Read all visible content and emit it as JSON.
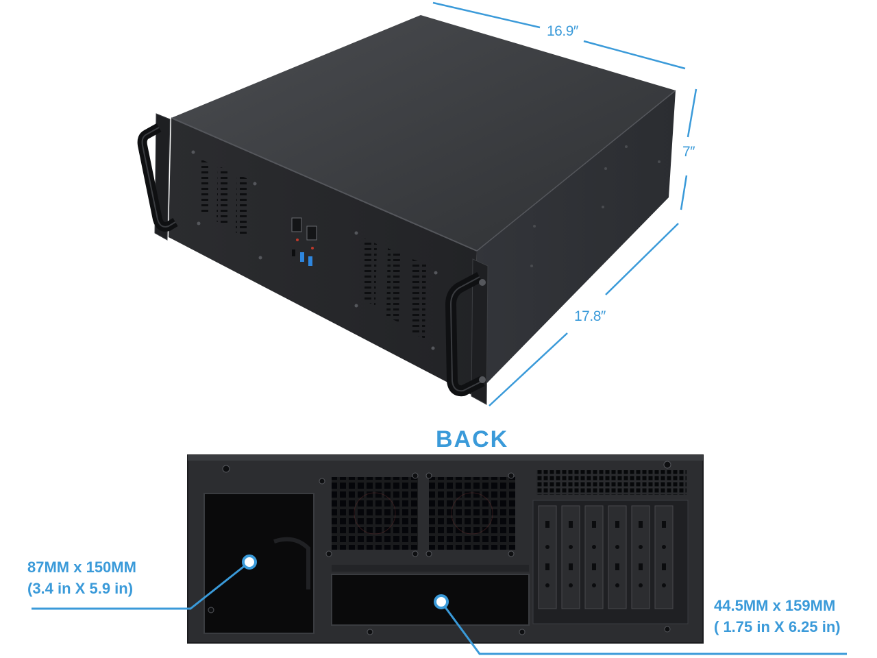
{
  "dimensions": {
    "width": "16.9″",
    "height": "7″",
    "depth": "17.8″"
  },
  "back_view": {
    "title": "BACK"
  },
  "callouts": {
    "psu_bay": {
      "line1": "87MM  x  150MM",
      "line2": "(3.4 in  X  5.9 in)"
    },
    "drive_bay": {
      "line1": "44.5MM  x  159MM",
      "line2": "( 1.75 in  X  6.25 in)"
    }
  },
  "colors": {
    "accent": "#3a9ad9",
    "chassis": "#2c2d30",
    "chassis_dark": "#1c1d1f",
    "background": "#ffffff"
  }
}
